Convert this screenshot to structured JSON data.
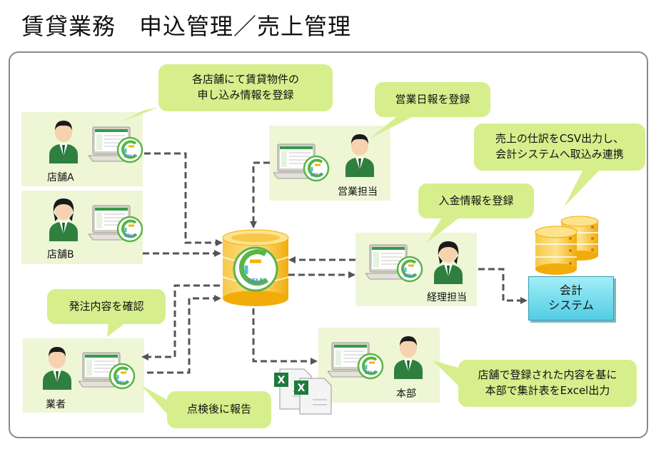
{
  "title": "賃貸業務　申込管理／売上管理",
  "logo_text": "CELF",
  "actors": {
    "store_a": "店舗A",
    "store_b": "店舗B",
    "sales": "営業担当",
    "accounting": "経理担当",
    "vendor": "業者",
    "hq": "本部"
  },
  "bubbles": {
    "store_register": "各店舗にて賃貸物件の\n申し込み情報を登録",
    "daily_report": "営業日報を登録",
    "csv_export": "売上の仕訳をCSV出力し、\n会計システムへ取込み連携",
    "payment": "入金情報を登録",
    "order_check": "発注内容を確認",
    "inspection_report": "点検後に報告",
    "excel_output": "店舗で登録された内容を基に\n本部で集計表をExcel出力"
  },
  "accounting_system": "会計\nシステム",
  "colors": {
    "bubble": "#d7ee8c",
    "panel": "#eef6d6",
    "db_gold": "#f4b400",
    "celf_green": "#5ab446",
    "accounting_box": "#52cde3",
    "excel_green": "#1d7a3c",
    "arrow": "#555555"
  },
  "icons": [
    "person-icon",
    "laptop-icon",
    "celf-logo-icon",
    "database-icon",
    "excel-file-icon"
  ]
}
